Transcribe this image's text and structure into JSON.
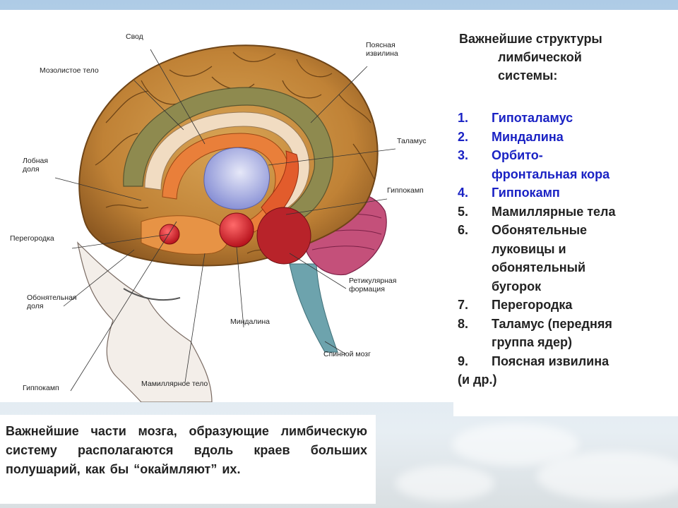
{
  "figure": {
    "labels": {
      "svod": "Свод",
      "poyasnaya": "Поясная\nизвилина",
      "mozolistoe": "Мозолистое тело",
      "talamus": "Таламус",
      "lobnaya": "Лобная\nдоля",
      "gippokamp_right": "Гиппокамп",
      "peregorodka": "Перегородка",
      "retikulyarnaya": "Ретикулярная\nформация",
      "obonyatelnaya": "Обонятельная\nдоля",
      "mindalina": "Миндалина",
      "spinnoy": "Спинной мозг",
      "gippokamp_bottom": "Гиппокамп",
      "mamillyarnoe": "Мамиллярное тело"
    }
  },
  "list": {
    "title_lines": [
      "Важнейшие структуры",
      "лимбической",
      "системы:"
    ],
    "items": [
      {
        "num": "1.",
        "text": "Гипоталамус",
        "color": "#1a22c4"
      },
      {
        "num": "2.",
        "text": "Миндалина",
        "color": "#1a22c4"
      },
      {
        "num": "3.",
        "text": "Орбито-\nфронтальная кора",
        "color": "#1a22c4"
      },
      {
        "num": "4.",
        "text": "Гиппокамп",
        "color": "#1a22c4"
      },
      {
        "num": "5.",
        "text": "Мамиллярные тела",
        "color": "#222222"
      },
      {
        "num": "6.",
        "text": "Обонятельные\nлуковицы и\nобонятельный\nбугорок",
        "color": "#222222"
      },
      {
        "num": "7.",
        "text": "Перегородка",
        "color": "#222222"
      },
      {
        "num": "8.",
        "text": "Таламус (передняя\nгруппа ядер)",
        "color": "#222222"
      },
      {
        "num": "9.",
        "text": "Поясная извилина",
        "color": "#222222"
      }
    ],
    "tail": "(и др.)"
  },
  "caption": {
    "text": "Важнейшие части мозга, образующие лимбическую систему располагаются вдоль краев больших полушарий, как бы “окаймляют” их."
  }
}
